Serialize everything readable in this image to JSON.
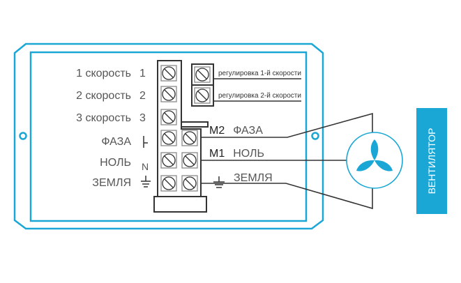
{
  "left_labels": [
    {
      "name": "1 скорость",
      "pin": "1"
    },
    {
      "name": "2 скорость",
      "pin": "2"
    },
    {
      "name": "3 скорость",
      "pin": "3"
    },
    {
      "name": "ФАЗА",
      "pin": ""
    },
    {
      "name": "НОЛЬ",
      "pin": "N"
    },
    {
      "name": "ЗЕМЛЯ",
      "pin": ""
    }
  ],
  "adjust_labels": [
    "регулировка 1-й скорости",
    "регулировка 2-й скорости"
  ],
  "wires": [
    {
      "tag": "M2",
      "name": "ФАЗА"
    },
    {
      "tag": "M1",
      "name": "НОЛЬ"
    },
    {
      "tag": "",
      "name": "ЗЕМЛЯ"
    }
  ],
  "fan_label": "ВЕНТИЛЯТОР",
  "colors": {
    "accent": "#1aa7d6",
    "line": "#333333"
  }
}
